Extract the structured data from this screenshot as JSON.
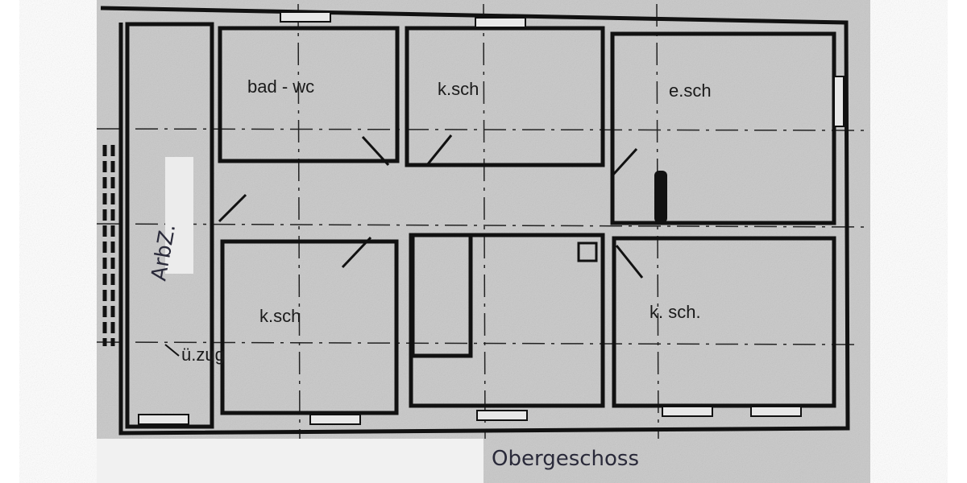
{
  "plan": {
    "title": "Obergeschoss",
    "rooms": [
      {
        "label": "bad - wc"
      },
      {
        "label": "k.sch"
      },
      {
        "label": "e.sch"
      },
      {
        "label": "ArbZ."
      },
      {
        "label": "k.sch"
      },
      {
        "label": "k. sch."
      }
    ],
    "annotations": [
      {
        "label": "ü.zug"
      }
    ]
  },
  "colors": {
    "paper": "#c8c8c8",
    "ink": "#111111"
  }
}
